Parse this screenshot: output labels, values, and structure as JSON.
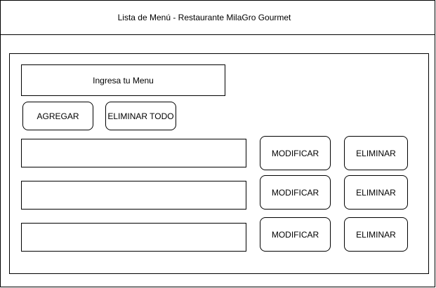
{
  "header": {
    "title": "Lista de Menú - Restaurante MilaGro Gourmet"
  },
  "form": {
    "input_label": "Ingresa tu Menu",
    "add_label": "AGREGAR",
    "clear_all_label": "ELIMINAR TODO"
  },
  "items": [
    {
      "value": "",
      "modify_label": "MODIFICAR",
      "delete_label": "ELIMINAR"
    },
    {
      "value": "",
      "modify_label": "MODIFICAR",
      "delete_label": "ELIMINAR"
    },
    {
      "value": "",
      "modify_label": "MODIFICAR",
      "delete_label": "ELIMINAR"
    }
  ]
}
